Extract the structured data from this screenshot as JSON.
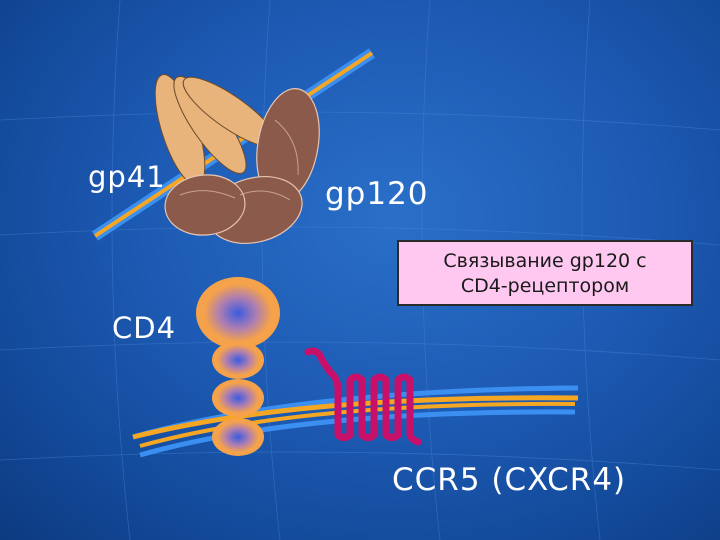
{
  "labels": {
    "gp41": "gp41",
    "gp120": "gp120",
    "cd4": "CD4",
    "ccr5": "CCR5 (CXCR4)"
  },
  "callout": {
    "line1": "Связывание gp120 с",
    "line2": "CD4-рецептором"
  },
  "colors": {
    "background": "#1d5ab3",
    "membrane_blue": "#3a8ff0",
    "membrane_orange": "#f5a623",
    "gp41_fill": "#e8b47c",
    "gp120_fill": "#8b5a4a",
    "cd4_domain": "#f5a24a",
    "cd4_core": "#3b5be0",
    "ccr5_color": "#c8106a",
    "callout_fill": "#ffc8f0"
  }
}
